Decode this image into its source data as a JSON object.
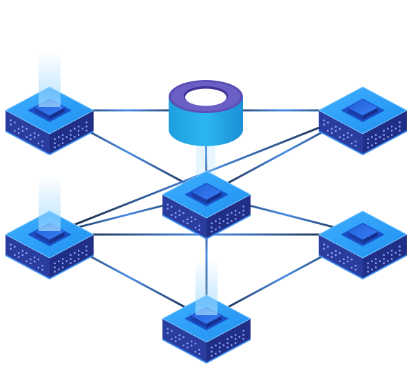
{
  "diagram": {
    "kind": "network-topology",
    "colors": {
      "background": "#ffffff",
      "node_top_outer": "#1f8ff0",
      "node_top_outer_light": "#3fb0ff",
      "node_top_inner": "#2a62e8",
      "node_side_left": "#2a3c9e",
      "node_side_right": "#202e86",
      "node_side_dots": "#8fa7ff",
      "hub_top": "#5b4fb5",
      "hub_ring_inner": "#ffffff",
      "hub_side": "#22a6e6",
      "link_dark": "#14172b",
      "link_blue": "#4a8fe6",
      "glow": "#9fd8ff"
    },
    "icons": {
      "node": "server-block-icon",
      "hub": "database-cylinder-icon"
    },
    "nodes": [
      {
        "id": "top-left",
        "glow": true
      },
      {
        "id": "top-right",
        "glow": false
      },
      {
        "id": "center",
        "glow": false
      },
      {
        "id": "middle-left",
        "glow": true
      },
      {
        "id": "middle-right",
        "glow": false
      },
      {
        "id": "bottom",
        "glow": true
      }
    ],
    "hub": {
      "id": "hub",
      "glow": true
    },
    "links": [
      {
        "from": "top-left",
        "to": "hub"
      },
      {
        "from": "hub",
        "to": "top-right"
      },
      {
        "from": "top-left",
        "to": "center"
      },
      {
        "from": "top-right",
        "to": "center"
      },
      {
        "from": "hub",
        "to": "center"
      },
      {
        "from": "center",
        "to": "middle-left"
      },
      {
        "from": "center",
        "to": "middle-right"
      },
      {
        "from": "center",
        "to": "bottom"
      },
      {
        "from": "top-right",
        "to": "middle-left"
      },
      {
        "from": "middle-left",
        "to": "middle-right"
      },
      {
        "from": "middle-left",
        "to": "bottom"
      },
      {
        "from": "middle-right",
        "to": "bottom"
      }
    ]
  }
}
